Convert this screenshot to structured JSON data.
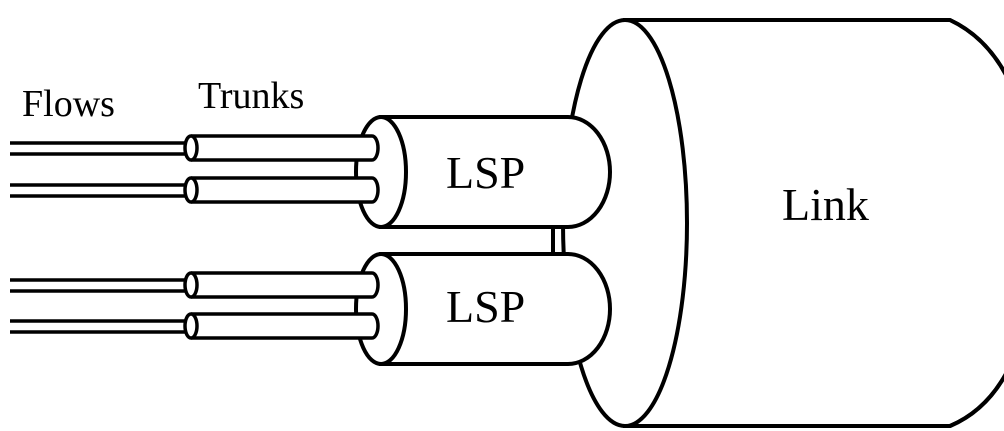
{
  "labels": {
    "flows": "Flows",
    "trunks": "Trunks",
    "lsp_top": "LSP",
    "lsp_bottom": "LSP",
    "link": "Link"
  },
  "colors": {
    "stroke": "#000000",
    "fill": "#ffffff"
  }
}
